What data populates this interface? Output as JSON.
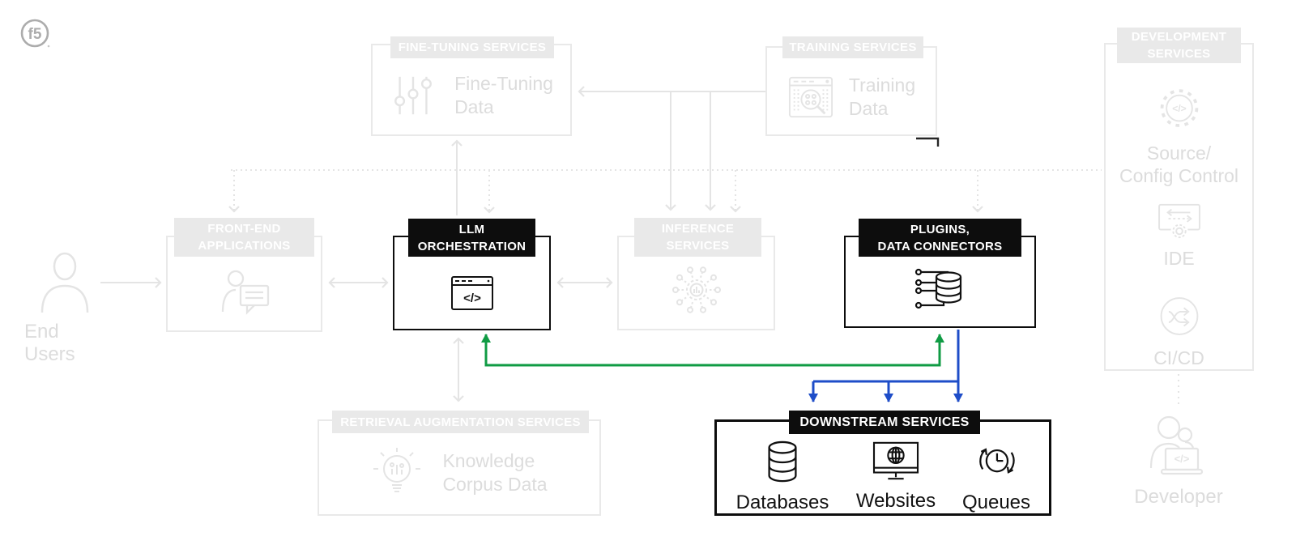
{
  "colors": {
    "green": "#109b44",
    "blue": "#1e4dc8",
    "faded": "#e9e9e9",
    "ink": "#0d0d0d"
  },
  "glyphs": {
    "code": "</>"
  },
  "logo": {
    "text": "f5"
  },
  "nodes": {
    "end_users": {
      "label": "End Users"
    },
    "front_end": {
      "header": "FRONT-END\nAPPLICATIONS"
    },
    "fine_tuning": {
      "header": "FINE-TUNING SERVICES",
      "label": "Fine-Tuning\nData"
    },
    "training": {
      "header": "TRAINING SERVICES",
      "label": "Training\nData"
    },
    "llm_orchestration": {
      "header": "LLM\nORCHESTRATION"
    },
    "inference": {
      "header": "INFERENCE\nSERVICES"
    },
    "plugins": {
      "header": "PLUGINS,\nDATA CONNECTORS"
    },
    "retrieval": {
      "header": "RETRIEVAL AUGMENTATION SERVICES",
      "label": "Knowledge\nCorpus Data"
    },
    "downstream": {
      "header": "DOWNSTREAM SERVICES",
      "items": [
        {
          "label": "Databases"
        },
        {
          "label": "Websites"
        },
        {
          "label": "Queues"
        }
      ]
    },
    "development": {
      "header": "DEVELOPMENT\nSERVICES",
      "items": [
        {
          "label": "Source/\nConfig Control"
        },
        {
          "label": "IDE"
        },
        {
          "label": "CI/CD"
        }
      ]
    },
    "developer": {
      "label": "Developer"
    }
  }
}
